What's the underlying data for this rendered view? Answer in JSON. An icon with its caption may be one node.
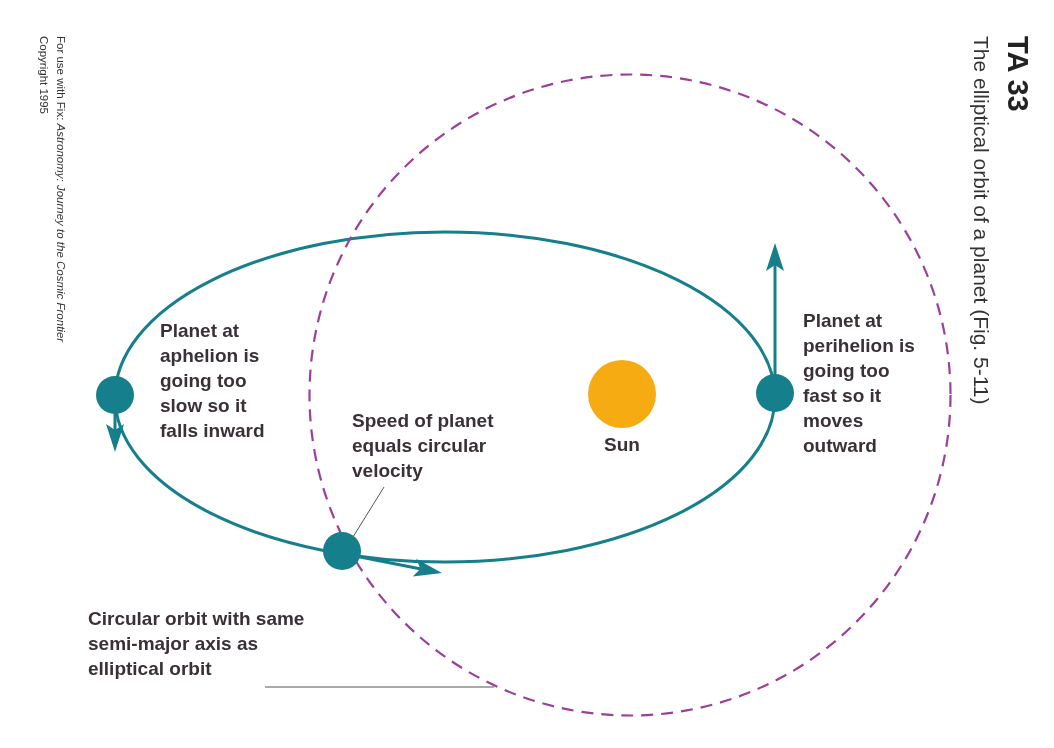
{
  "diagram": {
    "title": "TA 33",
    "caption": "The elliptical orbit of a planet (Fig. 5-11)",
    "nodes": [
      {
        "text": [],
        "shape": "circle"
      },
      {
        "text": [
          "Sun"
        ],
        "in": 6
      },
      {
        "text": [],
        "shape": "circle",
        "in": 6
      },
      {
        "text": [
          "Speed of planet equals circular velocity"
        ],
        "in": 6
      },
      {
        "text": [],
        "shape": "circle"
      },
      {
        "text": [
          "Circular orbit with same semi-major axis as elliptical orbit"
        ]
      },
      {
        "text": [],
        "shape": "circle"
      }
    ],
    "edges": [
      {
        "from": 3,
        "to": 4,
        "arrow": "none"
      },
      {
        "from": 5,
        "to": 6,
        "arrow": "none"
      }
    ],
    "labels": [
      "Planet at aphelion is going too slow so it falls inward",
      "Planet at perihelion is going too fast so it moves outward",
      "For use with Fix: *Astronomy: Journey to the Cosmic Frontier*",
      "Copyright 1995"
    ]
  }
}
